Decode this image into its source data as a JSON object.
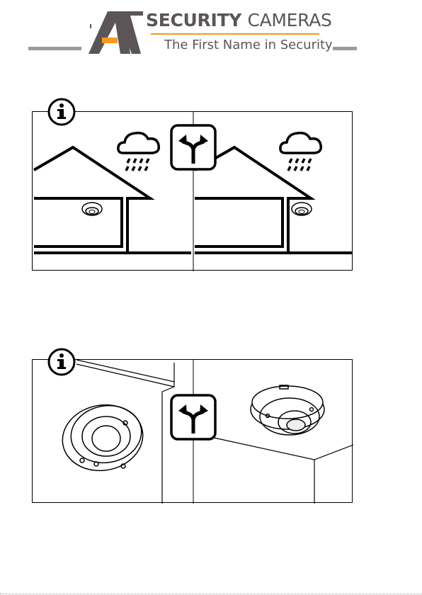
{
  "header": {
    "logo_mark": "A1",
    "brand_strong": "SECURITY",
    "brand_light": "CAMERAS",
    "tagline": "The First Name in Security",
    "colors": {
      "accent": "#f39a1e",
      "text": "#5b5557",
      "bars": "#a19a94"
    }
  },
  "figures": [
    {
      "badge_icon": "info-icon",
      "choice_icon": "split-arrow-icon",
      "left_panel": "camera-mounted-indoor-under-roof",
      "right_panel": "camera-mounted-on-exterior-wall-under-roof",
      "weather_icon": "rain-cloud-icon"
    },
    {
      "badge_icon": "info-icon",
      "choice_icon": "split-arrow-icon",
      "left_panel": "camera-wall-mount-side-view",
      "right_panel": "camera-ceiling-mount-view"
    }
  ]
}
